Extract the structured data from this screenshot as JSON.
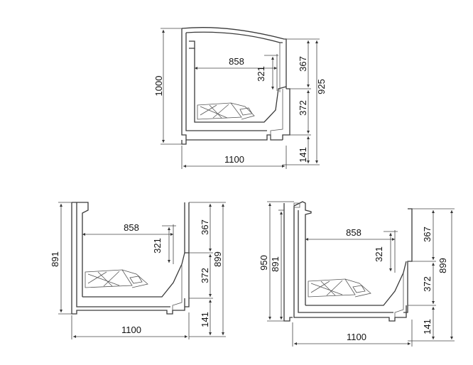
{
  "drawings": [
    {
      "id": "top",
      "labels": {
        "height": "1000",
        "inner_width": "858",
        "inner_height": "321",
        "top_gap": "367",
        "mid": "372",
        "right_total": "925",
        "bottom": "141",
        "width": "1100"
      }
    },
    {
      "id": "bottom-left",
      "labels": {
        "height": "891",
        "inner_width": "858",
        "inner_height": "321",
        "top_gap": "367",
        "mid": "372",
        "right_total": "899",
        "bottom": "141",
        "width": "1100"
      }
    },
    {
      "id": "bottom-right",
      "labels": {
        "height_outer": "950",
        "height": "891",
        "inner_width": "858",
        "inner_height": "321",
        "top_gap": "367",
        "mid": "372",
        "right_total": "899",
        "bottom": "141",
        "width": "1100"
      }
    }
  ]
}
